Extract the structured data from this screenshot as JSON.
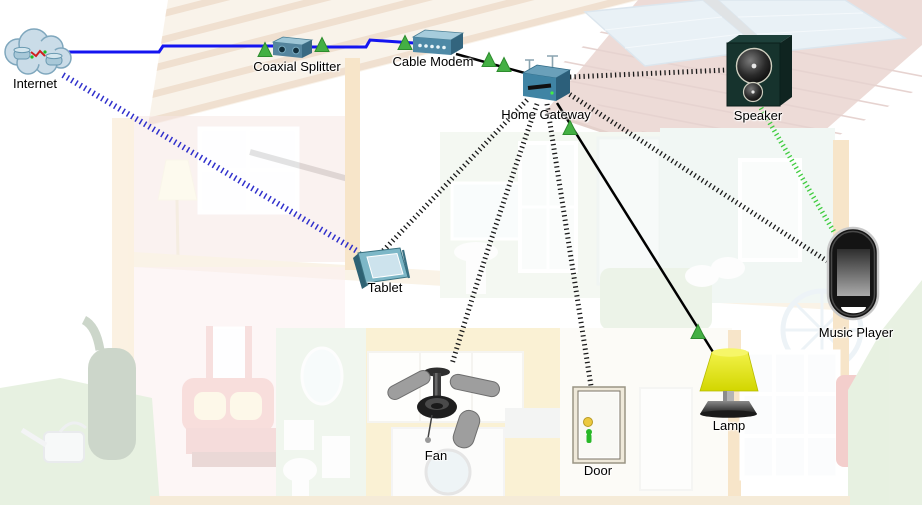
{
  "canvas": {
    "background": "#ffffff"
  },
  "palette": {
    "coaxial_cable": "#1414f0",
    "ethernet_cable": "#000000",
    "wireless_link": "#1a1a1a",
    "cellular_link": "#3030cc",
    "bluetooth_link": "#3ecc3e",
    "link_status_up_triangle": "#44b044"
  },
  "devices": [
    {
      "id": "internet",
      "label": "Internet",
      "icon": "internet-cloud-icon"
    },
    {
      "id": "coaxial-splitter",
      "label": "Coaxial Splitter",
      "icon": "coaxial-splitter-icon"
    },
    {
      "id": "cable-modem",
      "label": "Cable Modem",
      "icon": "cable-modem-icon"
    },
    {
      "id": "home-gateway",
      "label": "Home Gateway",
      "icon": "home-gateway-icon"
    },
    {
      "id": "speaker",
      "label": "Speaker",
      "icon": "speaker-icon"
    },
    {
      "id": "music-player",
      "label": "Music Player",
      "icon": "music-player-icon"
    },
    {
      "id": "tablet",
      "label": "Tablet",
      "icon": "tablet-icon"
    },
    {
      "id": "fan",
      "label": "Fan",
      "icon": "ceiling-fan-icon"
    },
    {
      "id": "door",
      "label": "Door",
      "icon": "door-icon"
    },
    {
      "id": "lamp",
      "label": "Lamp",
      "icon": "lamp-icon"
    }
  ],
  "links": [
    {
      "from": "Internet",
      "to": "Coaxial Splitter",
      "type": "coaxial",
      "line_style": "solid",
      "color": "#1414f0"
    },
    {
      "from": "Coaxial Splitter",
      "to": "Cable Modem",
      "type": "coaxial",
      "line_style": "solid",
      "color": "#1414f0"
    },
    {
      "from": "Cable Modem",
      "to": "Home Gateway",
      "type": "ethernet",
      "line_style": "solid",
      "color": "#000000"
    },
    {
      "from": "Home Gateway",
      "to": "Speaker",
      "type": "wireless",
      "line_style": "dashed",
      "color": "#1a1a1a"
    },
    {
      "from": "Home Gateway",
      "to": "Tablet",
      "type": "wireless",
      "line_style": "dashed",
      "color": "#1a1a1a"
    },
    {
      "from": "Home Gateway",
      "to": "Fan",
      "type": "wireless",
      "line_style": "dashed",
      "color": "#1a1a1a"
    },
    {
      "from": "Home Gateway",
      "to": "Door",
      "type": "wireless",
      "line_style": "dashed",
      "color": "#1a1a1a"
    },
    {
      "from": "Home Gateway",
      "to": "Music Player",
      "type": "wireless",
      "line_style": "dashed",
      "color": "#1a1a1a"
    },
    {
      "from": "Home Gateway",
      "to": "Lamp",
      "type": "ethernet",
      "line_style": "solid",
      "color": "#000000"
    },
    {
      "from": "Internet",
      "to": "Tablet",
      "type": "cellular",
      "line_style": "dashed",
      "color": "#3030cc"
    },
    {
      "from": "Speaker",
      "to": "Music Player",
      "type": "bluetooth",
      "line_style": "dashed",
      "color": "#3ecc3e"
    }
  ]
}
